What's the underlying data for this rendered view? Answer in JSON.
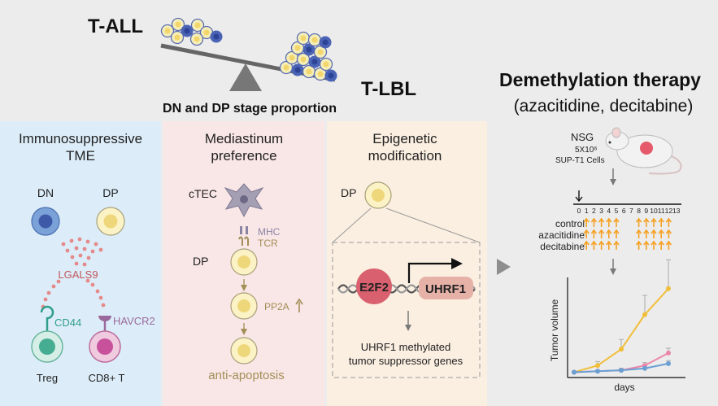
{
  "colors": {
    "top_bg": "#ececec",
    "panel1_bg": "#dcedf9",
    "panel2_bg": "#f9e6e6",
    "panel3_bg": "#fbefe1",
    "gold": "#a28f57",
    "red_text": "#c0575a",
    "teal": "#2f9e8a",
    "purple": "#9b6a9c",
    "chart_gold": "#f1be3a",
    "chart_pink": "#ea86a9",
    "chart_blue": "#6a9fd4",
    "arrow_orange": "#f5a123"
  },
  "header": {
    "t_all": "T-ALL",
    "t_lbl": "T-LBL",
    "proportion": "DN and DP stage proportion"
  },
  "therapy": {
    "title": "Demethylation therapy",
    "subtitle": "(azacitidine, decitabine)",
    "nsg": "NSG",
    "dose": "5X10⁶",
    "cells": "SUP-T1 Cells",
    "days": [
      "0",
      "1",
      "2",
      "3",
      "4",
      "5",
      "6",
      "7",
      "8",
      "9",
      "10",
      "11",
      "12",
      "13"
    ],
    "groups": [
      "control",
      "azacitidine",
      "decitabine"
    ],
    "chart_ylabel": "Tumor volume",
    "chart_xlabel": "days"
  },
  "panel1": {
    "title_line1": "Immunosuppressive",
    "title_line2": "TME",
    "dn": "DN",
    "dp": "DP",
    "galectin": "LGALS9",
    "receptor1": "CD44",
    "receptor2": "HAVCR2",
    "cell1": "Treg",
    "cell2": "CD8+ T"
  },
  "panel2": {
    "title_line1": "Mediastinum",
    "title_line2": "preference",
    "ctec": "cTEC",
    "mhc": "MHC",
    "tcr": "TCR",
    "dp": "DP",
    "pp2a": "PP2A",
    "outcome": "anti-apoptosis"
  },
  "panel3": {
    "title_line1": "Epigenetic",
    "title_line2": "modification",
    "dp": "DP",
    "tf": "E2F2",
    "gene": "UHRF1",
    "result_line1": "UHRF1 methylated",
    "result_line2": "tumor suppressor genes"
  },
  "chart_data": {
    "type": "line",
    "xlabel": "days",
    "ylabel": "Tumor volume",
    "x": [
      1,
      2,
      3,
      4,
      5
    ],
    "series": [
      {
        "name": "control",
        "color": "#f1be3a",
        "values": [
          0.03,
          0.1,
          0.27,
          0.63,
          0.9
        ],
        "errors": [
          0.01,
          0.04,
          0.1,
          0.2,
          0.3
        ]
      },
      {
        "name": "azacitidine",
        "color": "#ea86a9",
        "values": [
          0.03,
          0.04,
          0.05,
          0.1,
          0.23
        ],
        "errors": [
          0.01,
          0.01,
          0.02,
          0.03,
          0.05
        ]
      },
      {
        "name": "decitabine",
        "color": "#6a9fd4",
        "values": [
          0.03,
          0.04,
          0.05,
          0.07,
          0.12
        ],
        "errors": [
          0.01,
          0.01,
          0.01,
          0.02,
          0.03
        ]
      }
    ]
  }
}
